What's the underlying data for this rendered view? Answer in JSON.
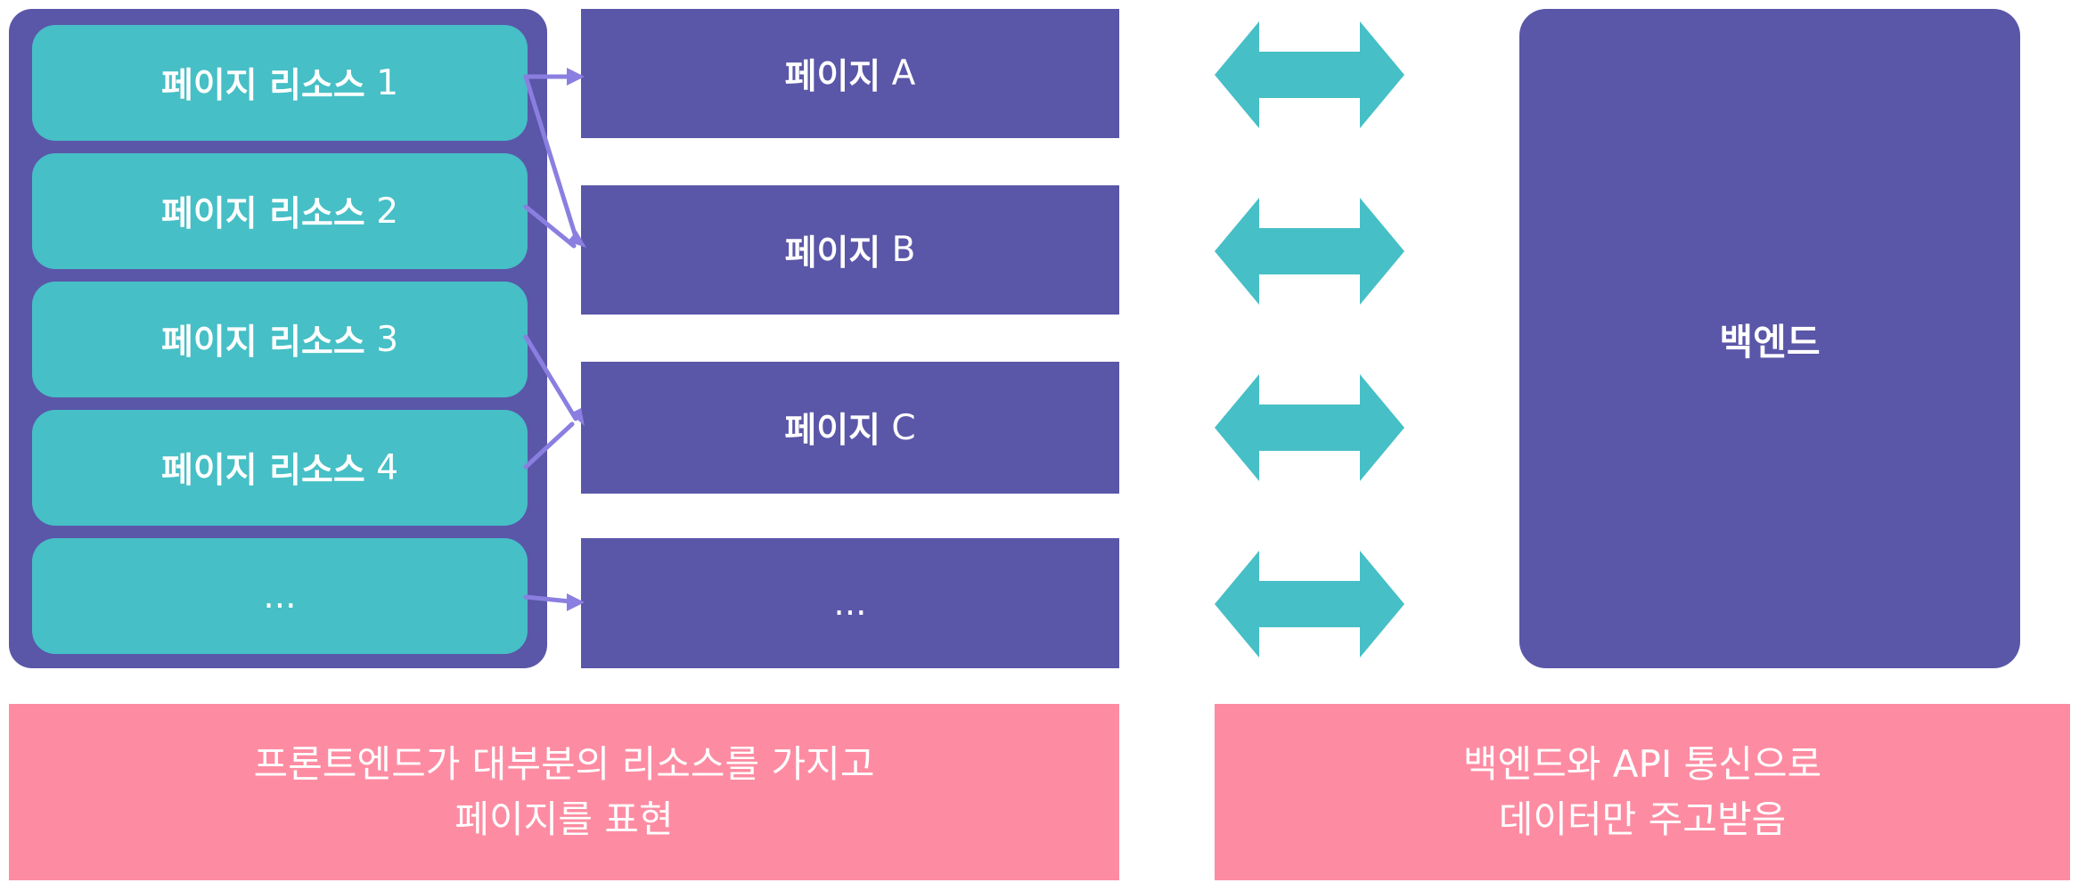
{
  "resources": {
    "items": [
      {
        "bold": "페이지 리소스",
        "num": " 1"
      },
      {
        "bold": "페이지 리소스",
        "num": " 2"
      },
      {
        "bold": "페이지 리소스",
        "num": " 3"
      },
      {
        "bold": "페이지 리소스",
        "num": " 4"
      },
      {
        "bold": "",
        "num": "..."
      }
    ]
  },
  "pages": {
    "items": [
      {
        "bold": "페이지",
        "letter": " A"
      },
      {
        "bold": "페이지",
        "letter": " B"
      },
      {
        "bold": "페이지",
        "letter": " C"
      },
      {
        "bold": "",
        "letter": "..."
      }
    ]
  },
  "backend": {
    "label": "백엔드"
  },
  "captions": {
    "left": {
      "line1": "프론트엔드가 대부분의 리소스를 가지고",
      "line2": "페이지를 표현"
    },
    "right": {
      "line1": "백엔드와 API 통신으로",
      "line2": "데이터만 주고받음"
    }
  },
  "colors": {
    "purple": "#5a56a8",
    "teal": "#46bfc6",
    "pink": "#fd8ca2",
    "arrow_purple": "#8a7fe0"
  }
}
